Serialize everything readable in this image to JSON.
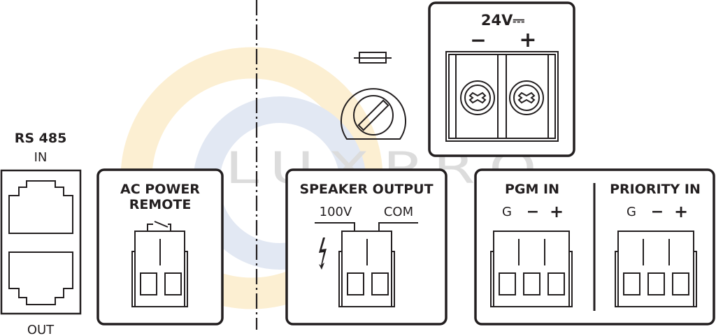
{
  "watermark": {
    "text": "LUXPRO",
    "colors": {
      "outer_ring": "#fcefd2",
      "inner_ring": "#e2e8f3",
      "text": "#dcdcdc"
    }
  },
  "colors": {
    "line": "#231f20",
    "background": "#ffffff"
  },
  "rs485": {
    "title": "RS 485",
    "in_label": "IN",
    "out_label": "OUT",
    "ports": [
      "rj45-in",
      "rj45-out"
    ]
  },
  "ac_power_remote": {
    "title_line1": "AC POWER",
    "title_line2": "REMOTE",
    "terminals": 2,
    "symbol": "switch-icon"
  },
  "fuse": {
    "symbol": "fuse-icon",
    "holder": "fuse-holder-icon"
  },
  "dc_input": {
    "title": "24V",
    "dc_symbol": "⎓",
    "minus_label": "−",
    "plus_label": "+",
    "terminals": 2
  },
  "speaker_output": {
    "title": "SPEAKER OUTPUT",
    "left_label": "100V",
    "right_label": "COM",
    "warning_symbol": "lightning-icon",
    "terminals": 2
  },
  "pgm_in": {
    "title": "PGM IN",
    "pins": [
      "G",
      "−",
      "+"
    ]
  },
  "priority_in": {
    "title": "PRIORITY IN",
    "pins": [
      "G",
      "−",
      "+"
    ]
  }
}
